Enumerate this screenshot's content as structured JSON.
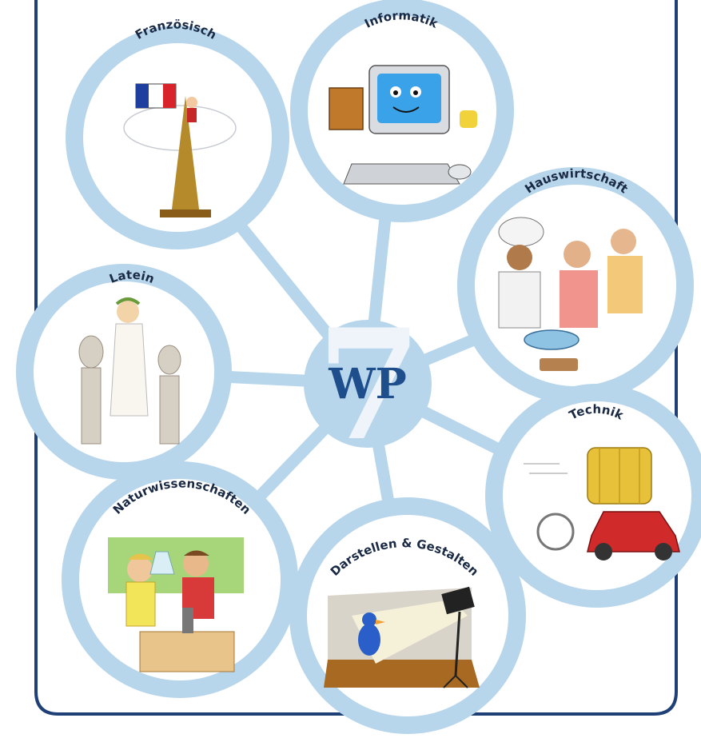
{
  "center": {
    "label": "WP",
    "number": "7"
  },
  "subjects": [
    {
      "id": "franzoesisch",
      "label": "Französisch",
      "icon": "eiffel-tower-icon"
    },
    {
      "id": "informatik",
      "label": "Informatik",
      "icon": "computer-icon"
    },
    {
      "id": "hauswirtschaft",
      "label": "Hauswirtschaft",
      "icon": "cooking-icon"
    },
    {
      "id": "latein",
      "label": "Latein",
      "icon": "roman-statue-icon"
    },
    {
      "id": "technik",
      "label": "Technik",
      "icon": "car-icon"
    },
    {
      "id": "naturwissenschaften",
      "label": "Naturwissenschaften",
      "icon": "microscope-icon"
    },
    {
      "id": "darstellen",
      "label": "Darstellen & Gestalten",
      "icon": "spotlight-stage-icon"
    }
  ],
  "colors": {
    "frame": "#1f3f77",
    "ring": "#b7d6eb",
    "hub": "#b7d6eb",
    "wp_text": "#1f4e8c",
    "label": "#1a2a45"
  }
}
